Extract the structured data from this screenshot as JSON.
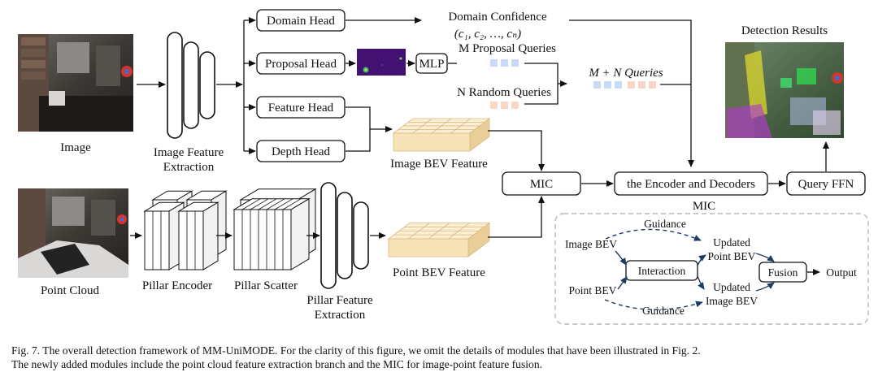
{
  "labels": {
    "image": "Image",
    "image_feature_extraction": [
      "Image Feature",
      "Extraction"
    ],
    "domain_head": "Domain Head",
    "proposal_head": "Proposal Head",
    "feature_head": "Feature Head",
    "depth_head": "Depth Head",
    "mlp": "MLP",
    "domain_confidence": "Domain Confidence",
    "domain_confidence_set": "(c₁, c₂, …, cₙ)",
    "proposal_queries": "M Proposal Queries",
    "random_queries": "N Random Queries",
    "total_queries": "M + N Queries",
    "image_bev_feature": "Image BEV Feature",
    "mic": "MIC",
    "encoder_decoders": "the Encoder and Decoders",
    "query_ffn": "Query FFN",
    "detection_results": "Detection Results",
    "point_cloud": "Point Cloud",
    "pillar_encoder": "Pillar Encoder",
    "pillar_scatter": "Pillar Scatter",
    "pillar_feature_extraction": [
      "Pillar Feature",
      "Extraction"
    ],
    "point_bev_feature": "Point BEV Feature"
  },
  "mic_detail": {
    "title": "MIC",
    "guidance_top": "Guidance",
    "image_bev": "Image BEV",
    "updated_point_bev": [
      "Updated",
      "Point BEV"
    ],
    "interaction": "Interaction",
    "fusion": "Fusion",
    "output": "Output",
    "point_bev": "Point BEV",
    "updated_image_bev": [
      "Updated",
      "Image BEV"
    ],
    "guidance_bottom": "Guidance"
  },
  "caption": {
    "line1": "Fig. 7.  The overall detection framework of MM-UniMODE. For the clarity of this figure, we omit the details of modules that have been illustrated in Fig. 2.",
    "line2": "The newly added modules include the point cloud feature extraction branch and the MIC for image-point feature fusion."
  },
  "colors": {
    "stroke": "#111111",
    "bev_face": "#f7e3b8",
    "bev_top": "#fbefd3",
    "bev_side": "#e9cf97",
    "query_blue": "#c9daf6",
    "query_peach": "#f9d6c6",
    "dashed_arrow": "#1f3b63",
    "mic_border": "#b8b8b8"
  }
}
